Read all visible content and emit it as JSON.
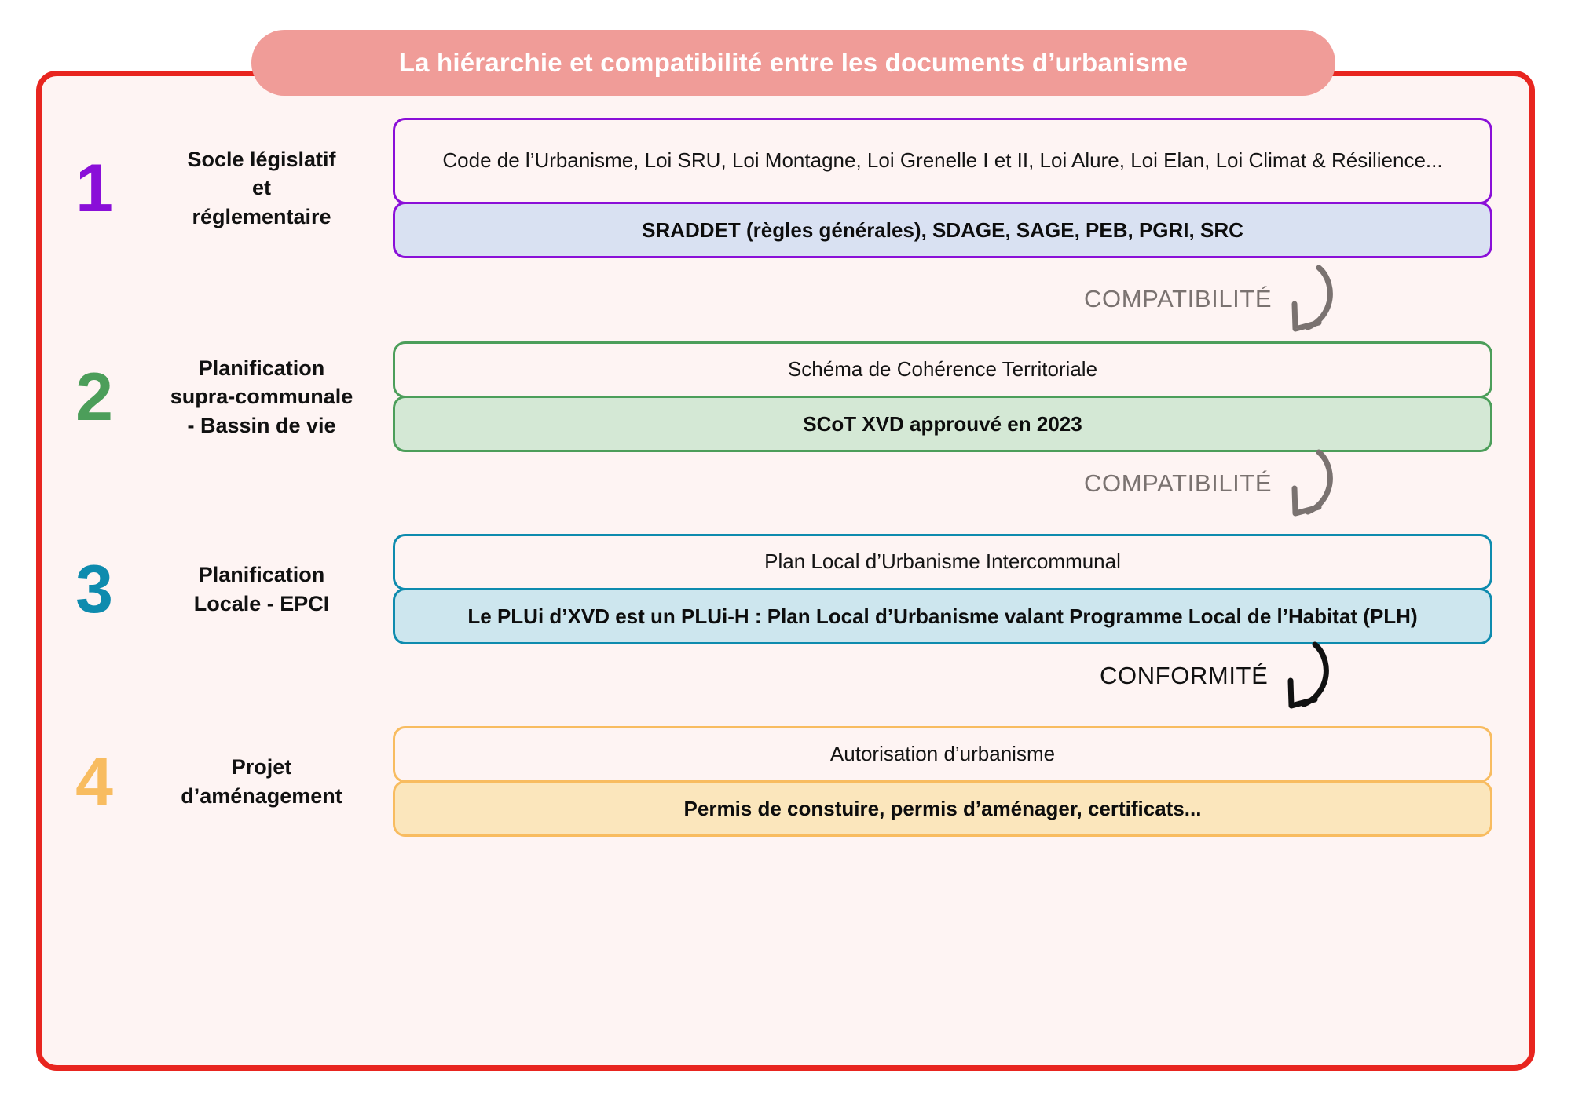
{
  "title": "La hiérarchie et compatibilité entre les documents d’urbanisme",
  "colors": {
    "frame_border": "#E8251F",
    "frame_background": "#FEF4F3",
    "title_pill": "#F09C98",
    "level1": "#8A0FD8",
    "level1_fill": "#D9E1F2",
    "level2": "#4C9E5A",
    "level2_fill": "#D4E8D5",
    "level3": "#0E8BAE",
    "level3_fill": "#CDE6EE",
    "level4": "#F8BC60",
    "level4_fill": "#FBE6BC",
    "compatibilite_gray": "#7A7270",
    "conformite_black": "#111111"
  },
  "levels": [
    {
      "number": "1",
      "label": "Socle législatif\net\nréglementaire",
      "top_box": "Code de l’Urbanisme, Loi SRU, Loi Montagne, Loi Grenelle I et II, Loi Alure, Loi Elan, Loi Climat & Résilience...",
      "bottom_box": "SRADDET (règles générales), SDAGE, SAGE, PEB, PGRI, SRC"
    },
    {
      "number": "2",
      "label": "Planification\nsupra-communale\n- Bassin de vie",
      "top_box": "Schéma de Cohérence Territoriale",
      "bottom_box": "SCoT XVD approuvé en 2023"
    },
    {
      "number": "3",
      "label": "Planification\nLocale - EPCI",
      "top_box": "Plan Local d’Urbanisme Intercommunal",
      "bottom_box": "Le PLUi d’XVD est un PLUi-H : Plan Local d’Urbanisme valant Programme Local de l’Habitat (PLH)"
    },
    {
      "number": "4",
      "label": "Projet\nd’aménagement",
      "top_box": "Autorisation d’urbanisme",
      "bottom_box": "Permis de constuire, permis d’aménager, certificats..."
    }
  ],
  "connectors": [
    {
      "label": "COMPATIBILITÉ",
      "icon": "curved-down-arrow-icon"
    },
    {
      "label": "COMPATIBILITÉ",
      "icon": "curved-down-arrow-icon"
    },
    {
      "label": "CONFORMITÉ",
      "icon": "curved-down-arrow-icon"
    }
  ]
}
